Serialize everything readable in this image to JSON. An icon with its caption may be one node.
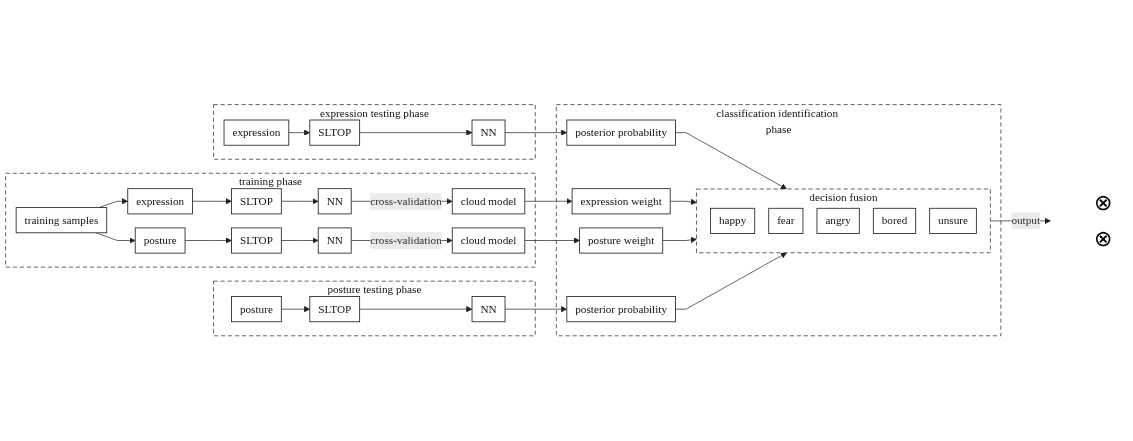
{
  "diagram": {
    "nodes": [
      {
        "text": [
          "expression testing phase"
        ]
      },
      {
        "text": [
          "expression"
        ],
        "in": 0
      },
      {
        "text": [
          "SLTOP"
        ],
        "in": 0
      },
      {
        "text": [
          "NN"
        ],
        "in": 0
      },
      {
        "text": [
          "training phase"
        ]
      },
      {
        "text": [
          "training samples"
        ],
        "in": 4
      },
      {
        "text": [
          "expression"
        ],
        "in": 4
      },
      {
        "text": [
          "SLTOP"
        ],
        "in": 4
      },
      {
        "text": [
          "NN"
        ],
        "in": 4
      },
      {
        "text": [
          "cloud model"
        ],
        "in": 4
      },
      {
        "text": [
          "posture"
        ],
        "in": 4
      },
      {
        "text": [
          "SLTOP"
        ],
        "in": 4
      },
      {
        "text": [
          "NN"
        ],
        "in": 4
      },
      {
        "text": [
          "cloud model"
        ],
        "in": 4
      },
      {
        "text": [
          "posture testing phase"
        ]
      },
      {
        "text": [
          "posture"
        ],
        "in": 14
      },
      {
        "text": [
          "SLTOP"
        ],
        "in": 14
      },
      {
        "text": [
          "NN"
        ],
        "in": 14
      },
      {
        "text": [
          "classification identification phase"
        ]
      },
      {
        "text": [
          "posterior probability"
        ],
        "in": 18
      },
      {
        "text": [
          "expression weight"
        ],
        "in": 18
      },
      {
        "text": [
          "posture weight"
        ],
        "in": 18
      },
      {
        "text": [
          "posterior probability"
        ],
        "in": 18
      },
      {
        "text": [
          "decision fusion"
        ],
        "in": 18
      },
      {
        "text": [
          "happy"
        ],
        "in": 23
      },
      {
        "text": [
          "fear"
        ],
        "in": 23
      },
      {
        "text": [
          "angry"
        ],
        "in": 23
      },
      {
        "text": [
          "bored"
        ],
        "in": 23
      },
      {
        "text": [
          "unsure"
        ],
        "in": 23
      }
    ],
    "edges": [
      {
        "from": 1,
        "to": 2,
        "arrow": "to"
      },
      {
        "from": 2,
        "to": 3,
        "arrow": "to"
      },
      {
        "from": 3,
        "to": 19,
        "arrow": "to"
      },
      {
        "from": 5,
        "to": 6,
        "arrow": "to"
      },
      {
        "from": 5,
        "to": 10,
        "arrow": "to"
      },
      {
        "from": 6,
        "to": 7,
        "arrow": "to"
      },
      {
        "from": 7,
        "to": 8,
        "arrow": "to"
      },
      {
        "from": 8,
        "to": 9,
        "arrow": "to",
        "label": "cross-validation"
      },
      {
        "from": 9,
        "to": 20,
        "arrow": "to"
      },
      {
        "from": 10,
        "to": 11,
        "arrow": "to"
      },
      {
        "from": 11,
        "to": 12,
        "arrow": "to"
      },
      {
        "from": 12,
        "to": 13,
        "arrow": "to",
        "label": "cross-validation"
      },
      {
        "from": 13,
        "to": 21,
        "arrow": "to"
      },
      {
        "from": 15,
        "to": 16,
        "arrow": "to"
      },
      {
        "from": 16,
        "to": 17,
        "arrow": "to"
      },
      {
        "from": 17,
        "to": 22,
        "arrow": "to"
      },
      {
        "from": 19,
        "to": 23,
        "arrow": "to"
      },
      {
        "from": 20,
        "to": 23,
        "arrow": "to"
      },
      {
        "from": 21,
        "to": 23,
        "arrow": "to"
      },
      {
        "from": 22,
        "to": 23,
        "arrow": "to"
      },
      {
        "from": 23,
        "to": null,
        "arrow": "to",
        "label": "output"
      }
    ],
    "labels": [
      "⊗",
      "⊗"
    ]
  }
}
